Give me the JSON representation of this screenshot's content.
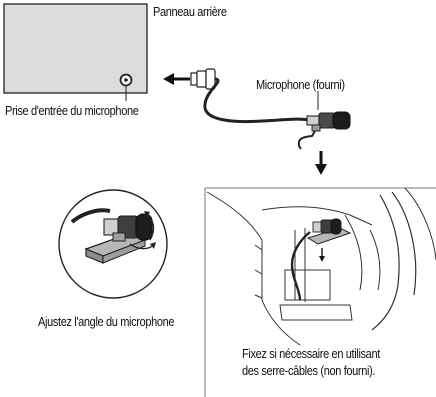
{
  "labels": {
    "rear_panel": "Panneau arrière",
    "mic_input_jack": "Prise d'entrée du microphone",
    "microphone_supplied": "Microphone (fourni)",
    "adjust_angle": "Ajustez l'angle du microphone",
    "fix_note_line1": "Fixez si nécessaire en utilisant",
    "fix_note_line2": "des serre-câbles (non fourni)."
  },
  "colors": {
    "panel_fill": "#dcdcdc",
    "line": "#222222",
    "mic_body": "#3a3a3a",
    "clip": "#a8a8a8"
  },
  "icons": [
    "arrow-left-icon",
    "arrow-down-icon",
    "rotate-arrows-icon"
  ]
}
